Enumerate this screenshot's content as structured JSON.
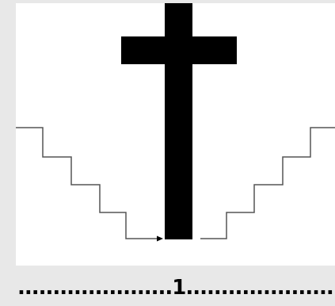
{
  "diagram": {
    "caption": "......................1................................",
    "colors": {
      "background": "#e8e8e8",
      "panel": "#ffffff",
      "ink": "#000000",
      "stair_line": "#555555"
    },
    "elements": [
      "cross",
      "descending-staircase-with-arrow",
      "ascending-staircase"
    ]
  }
}
